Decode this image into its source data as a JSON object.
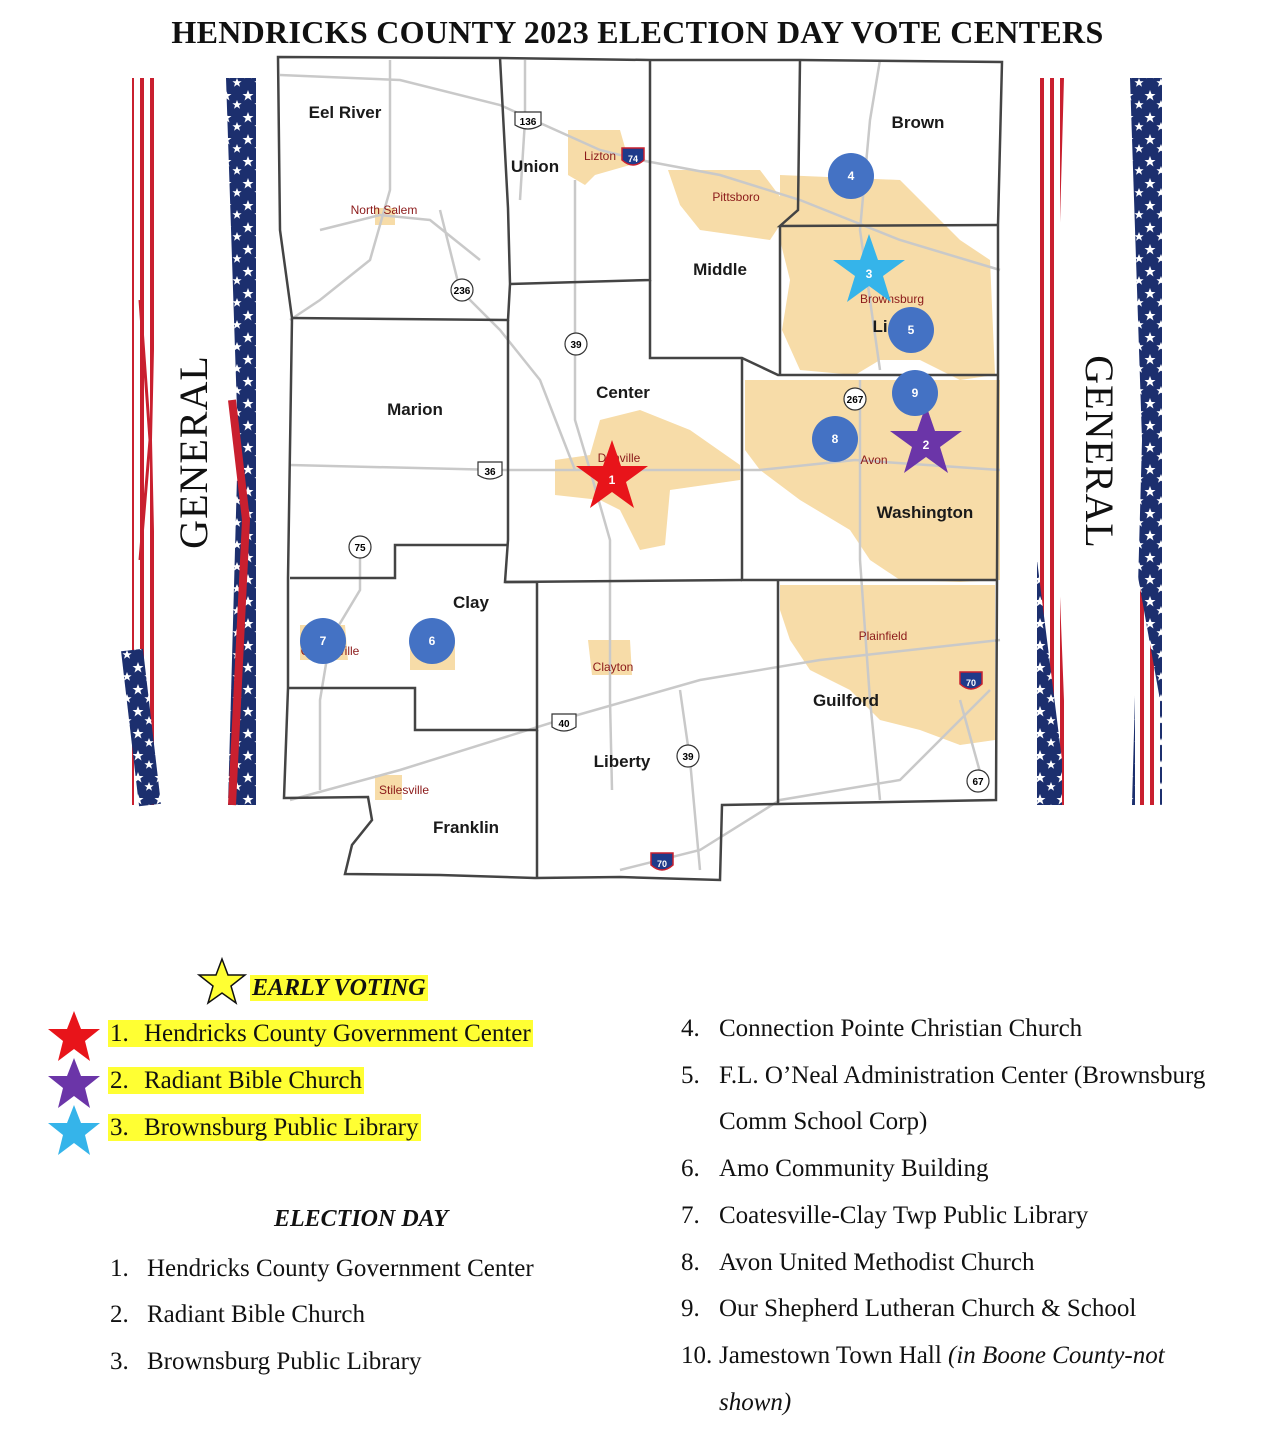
{
  "title": "HENDRICKS COUNTY 2023 ELECTION DAY VOTE CENTERS",
  "side_label": "GENERAL",
  "colors": {
    "red": "#e8141a",
    "purple": "#6b35a8",
    "cyan": "#35b4ea",
    "yellow": "#ffff33",
    "pin_blue": "#4472c4",
    "town_fill": "#f7dca8",
    "flag_blue": "#1c2f6e",
    "flag_red": "#c9202f"
  },
  "map": {
    "townships": [
      "Eel River",
      "Union",
      "Brown",
      "Middle",
      "Lincoln",
      "Marion",
      "Center",
      "Washington",
      "Clay",
      "Liberty",
      "Guilford",
      "Franklin"
    ],
    "lincoln_visible": "Li",
    "towns": [
      "Lizton",
      "Pittsboro",
      "North Salem",
      "Brownsburg",
      "Danville",
      "Avon",
      "Plainfield",
      "Clayton",
      "Coatesville",
      "Stilesville"
    ],
    "towns_visible": {
      "lizton": "Lizton",
      "pittsboro": "Pittsboro",
      "north_salem": "North Salem",
      "brownsburg": "Brownsburg",
      "danville": "Danville",
      "avon": "Avon",
      "plainfield": "Plainfield",
      "clayton": "Clayton",
      "coatesville": "Coatesville",
      "stilesville": "Stilesville"
    },
    "routes": {
      "us136": "136",
      "i74": "74",
      "sr236": "236",
      "sr39_north": "39",
      "sr267": "267",
      "us36": "36",
      "sr75": "75",
      "us40": "40",
      "sr39_south": "39",
      "i70_plainfield": "70",
      "i70_south": "70",
      "sr67": "67"
    },
    "stars": [
      {
        "num": "1",
        "color": "red"
      },
      {
        "num": "2",
        "color": "purple"
      },
      {
        "num": "3",
        "color": "cyan"
      }
    ],
    "pins": [
      "4",
      "5",
      "6",
      "7",
      "8",
      "9"
    ]
  },
  "early_voting": {
    "header": "EARLY VOTING",
    "items": [
      {
        "num": "1.",
        "text": "Hendricks County Government Center",
        "star_color": "red"
      },
      {
        "num": "2.",
        "text": "Radiant Bible Church",
        "star_color": "purple"
      },
      {
        "num": "3.",
        "text": "Brownsburg Public Library",
        "star_color": "cyan"
      }
    ]
  },
  "election_day": {
    "header": "ELECTION DAY",
    "items": [
      {
        "num": "1.",
        "text": "Hendricks County Government Center"
      },
      {
        "num": "2.",
        "text": "Radiant Bible Church"
      },
      {
        "num": "3.",
        "text": "Brownsburg Public Library"
      }
    ]
  },
  "right_list": {
    "items": [
      {
        "num": "4.",
        "text": "Connection Pointe Christian Church"
      },
      {
        "num": "5.",
        "text": "F.L. O’Neal Administration Center (Brownsburg",
        "cont": "Comm School Corp)"
      },
      {
        "num": "6.",
        "text": "Amo Community Building"
      },
      {
        "num": "7.",
        "text": "Coatesville-Clay Twp Public Library"
      },
      {
        "num": "8.",
        "text": "Avon United Methodist Church"
      },
      {
        "num": "9.",
        "text": "Our Shepherd Lutheran Church & School"
      },
      {
        "num": "10.",
        "text": "Jamestown Town Hall ",
        "italic": "(in Boone County-not",
        "cont": "shown)"
      }
    ]
  }
}
